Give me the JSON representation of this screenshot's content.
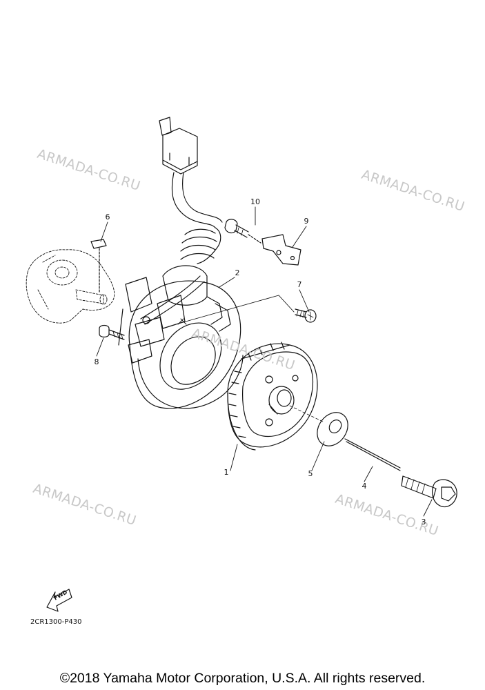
{
  "watermark_text": "ARMADA-CO.RU",
  "callouts": [
    "1",
    "2",
    "3",
    "4",
    "5",
    "6",
    "7",
    "8",
    "9",
    "10"
  ],
  "fwd_label": "FWD",
  "diagram_code": "2CR1300-P430",
  "copyright": "©2018 Yamaha Motor Corporation, U.S.A. All rights reserved.",
  "colors": {
    "line": "#111111",
    "watermark": "#c8c8c8",
    "background": "#ffffff"
  }
}
